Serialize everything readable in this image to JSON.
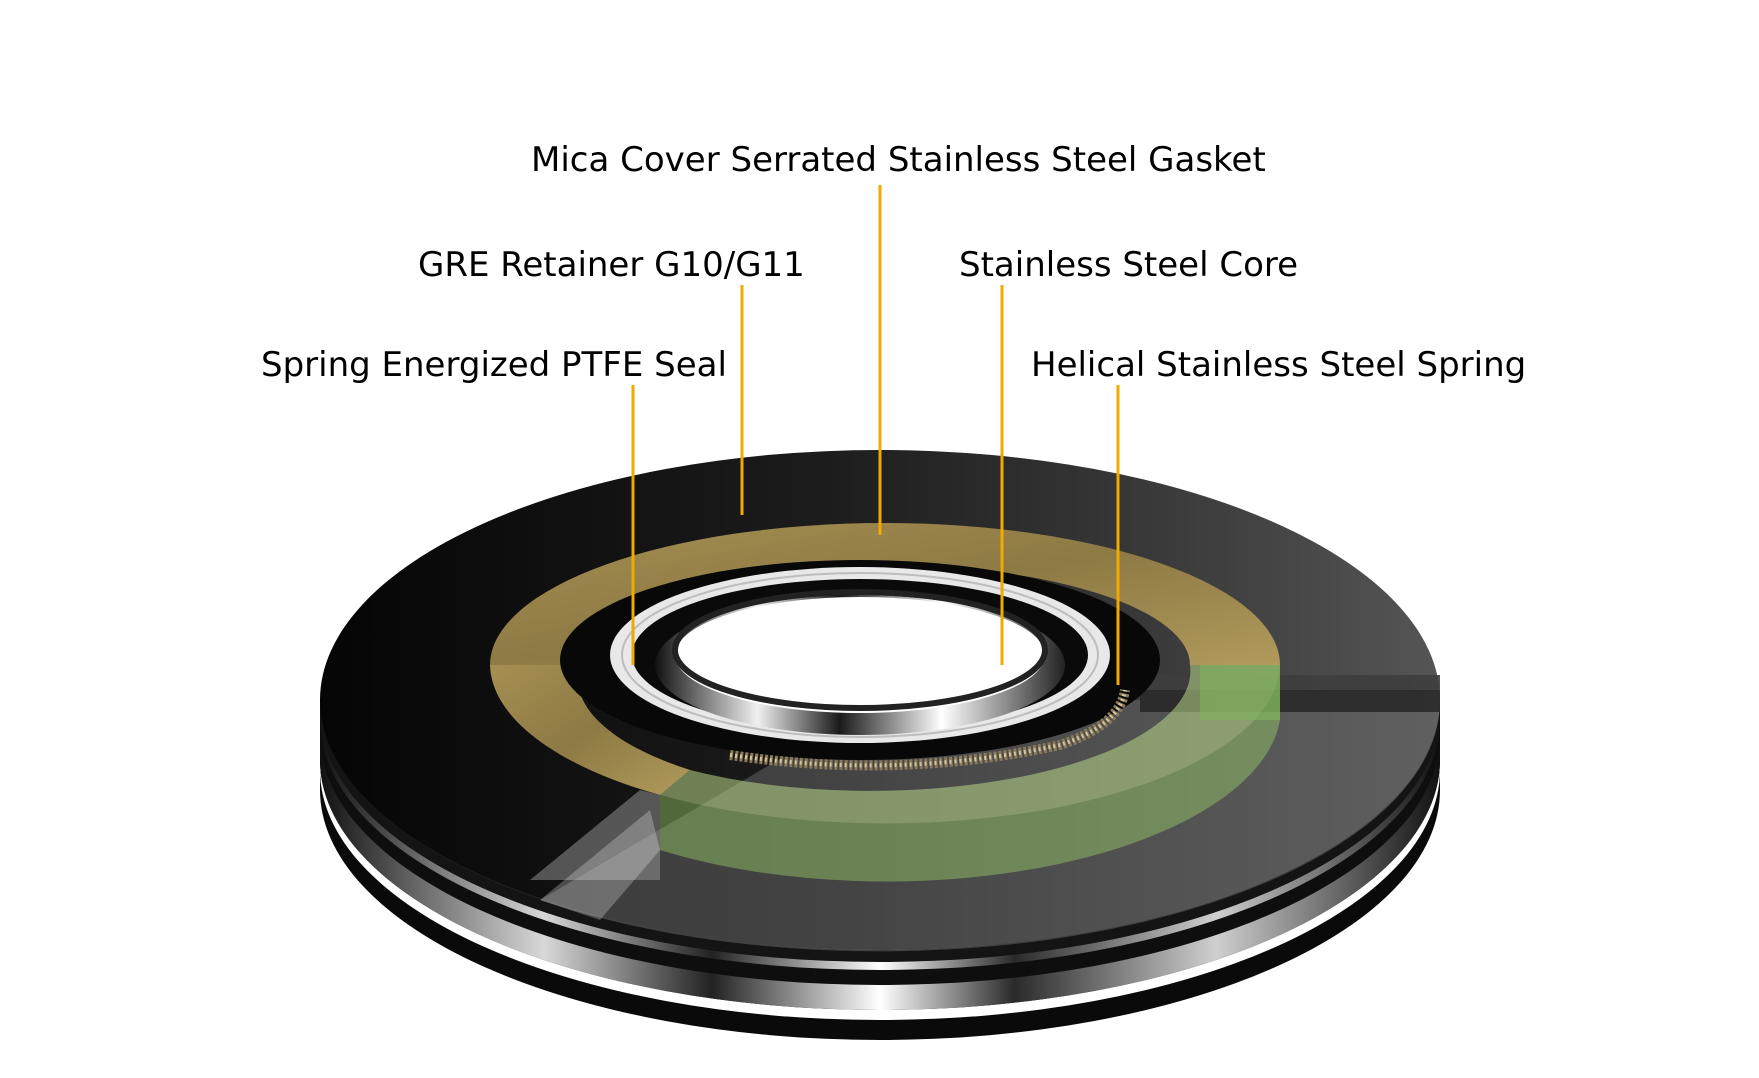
{
  "labels": {
    "mica_cover": "Mica Cover Serrated Stainless Steel Gasket",
    "gre_retainer": "GRE Retainer G10/G11",
    "stainless_core": "Stainless Steel Core",
    "ptfe_seal": "Spring Energized PTFE Seal",
    "helical_spring": "Helical Stainless Steel Spring"
  },
  "colors": {
    "leader_line": "#f2a900",
    "gasket_body": "#0d0d0d",
    "mica_ring": "#a08a4e",
    "ptfe_seal": "#e8e8e8",
    "green_tint": "#9ccf6a"
  }
}
